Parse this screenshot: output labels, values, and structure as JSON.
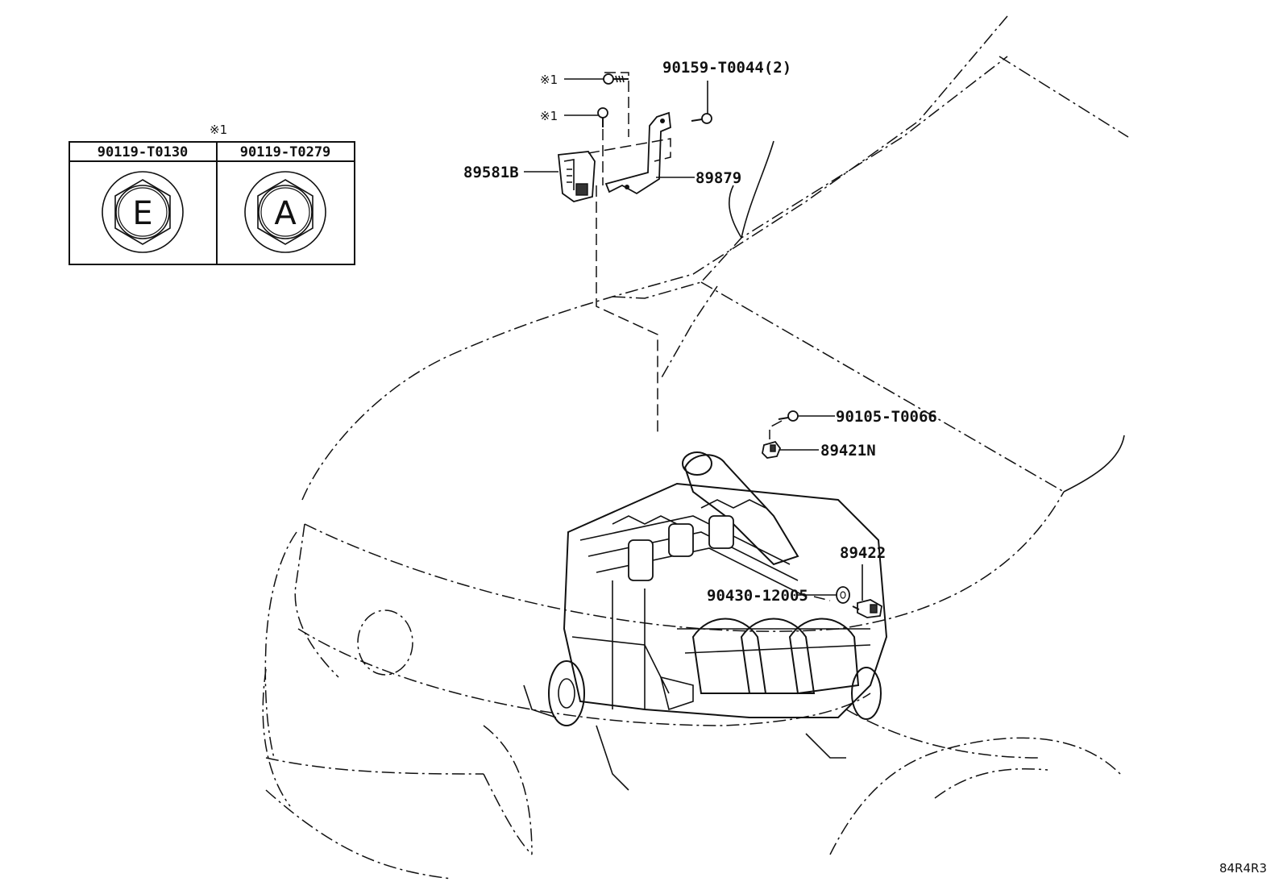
{
  "legend": {
    "title": "※1",
    "columns": [
      {
        "part_no": "90119-T0130",
        "letter": "E"
      },
      {
        "part_no": "90119-T0279",
        "letter": "A"
      }
    ]
  },
  "callouts": {
    "note_a": "※1",
    "note_b": "※1",
    "bolt_upper": "90159-T0044(2)",
    "sensor_block": "89581B",
    "bracket": "89879",
    "bolt_mid": "90105-T0066",
    "sensor_mid": "89421N",
    "sensor_low": "89422",
    "gasket": "90430-12005"
  },
  "diagram_ref": "84R4R3"
}
